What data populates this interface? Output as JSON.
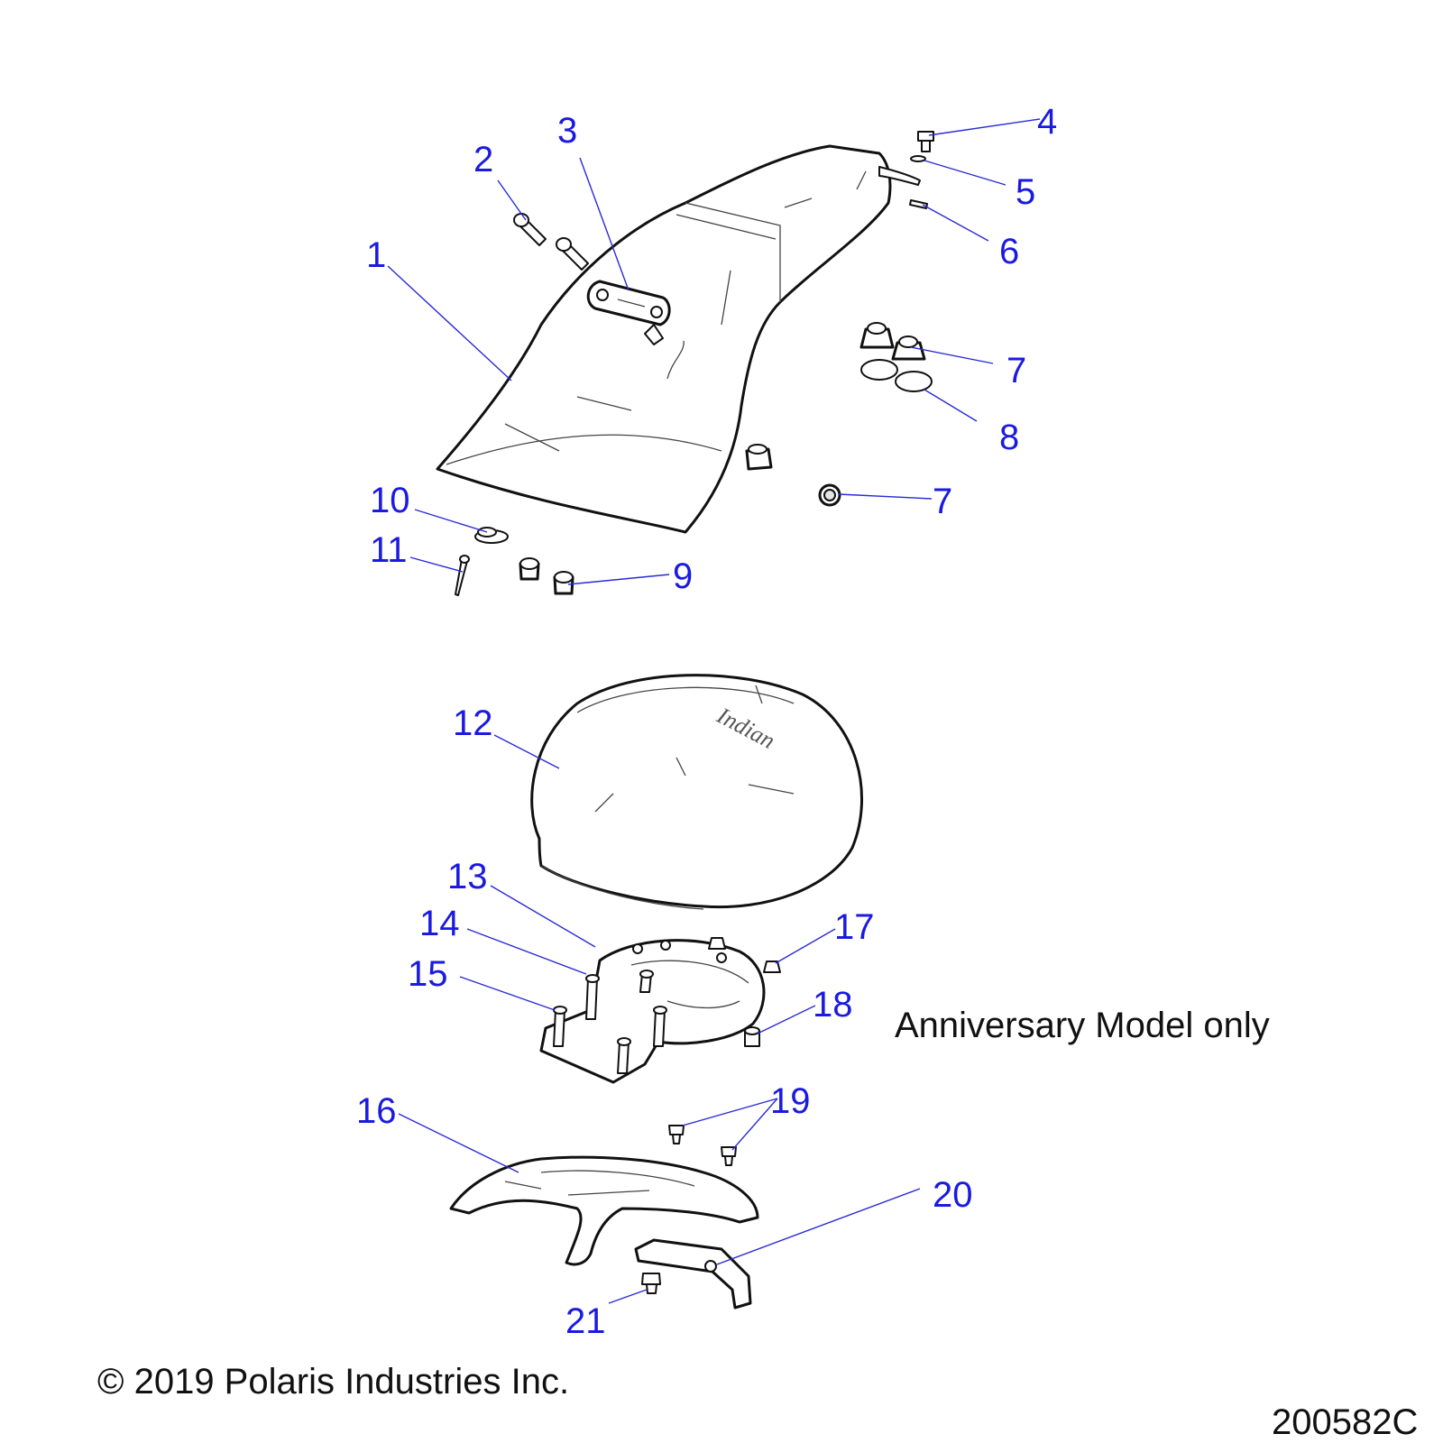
{
  "callouts": [
    {
      "label": "1"
    },
    {
      "label": "2"
    },
    {
      "label": "3"
    },
    {
      "label": "4"
    },
    {
      "label": "5"
    },
    {
      "label": "6"
    },
    {
      "label": "7"
    },
    {
      "label": "8"
    },
    {
      "label": "7"
    },
    {
      "label": "10"
    },
    {
      "label": "11"
    },
    {
      "label": "9"
    },
    {
      "label": "12"
    },
    {
      "label": "13"
    },
    {
      "label": "14"
    },
    {
      "label": "15"
    },
    {
      "label": "17"
    },
    {
      "label": "18"
    },
    {
      "label": "16"
    },
    {
      "label": "19"
    },
    {
      "label": "20"
    },
    {
      "label": "21"
    }
  ],
  "note": "Anniversary Model only",
  "copyright": "© 2019 Polaris Industries Inc.",
  "diagram_id": "200582C",
  "logo_text": "Indian",
  "colors": {
    "callout": "#1a1ae0",
    "line": "#111111"
  }
}
